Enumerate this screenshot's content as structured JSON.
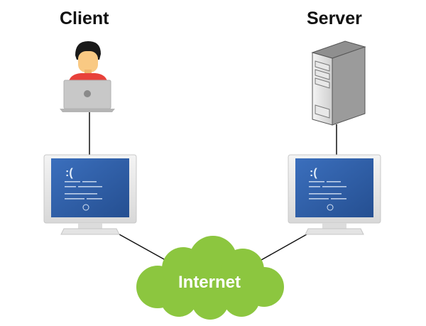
{
  "labels": {
    "client": "Client",
    "server": "Server",
    "network": "Internet"
  },
  "screen": {
    "face": ":("
  },
  "icons": {
    "user": "person-with-laptop-icon",
    "server": "tower-server-icon",
    "monitor": "monitor-icon",
    "cloud": "cloud-icon"
  },
  "colors": {
    "cloud": "#8cc63f",
    "screen": "#2f5fa8",
    "monitor_frame": "#e6e6e6",
    "shirt": "#e8413a",
    "skin": "#f9c983",
    "hair": "#1a1a1a",
    "laptop": "#c8c8c8",
    "line": "#111111"
  }
}
